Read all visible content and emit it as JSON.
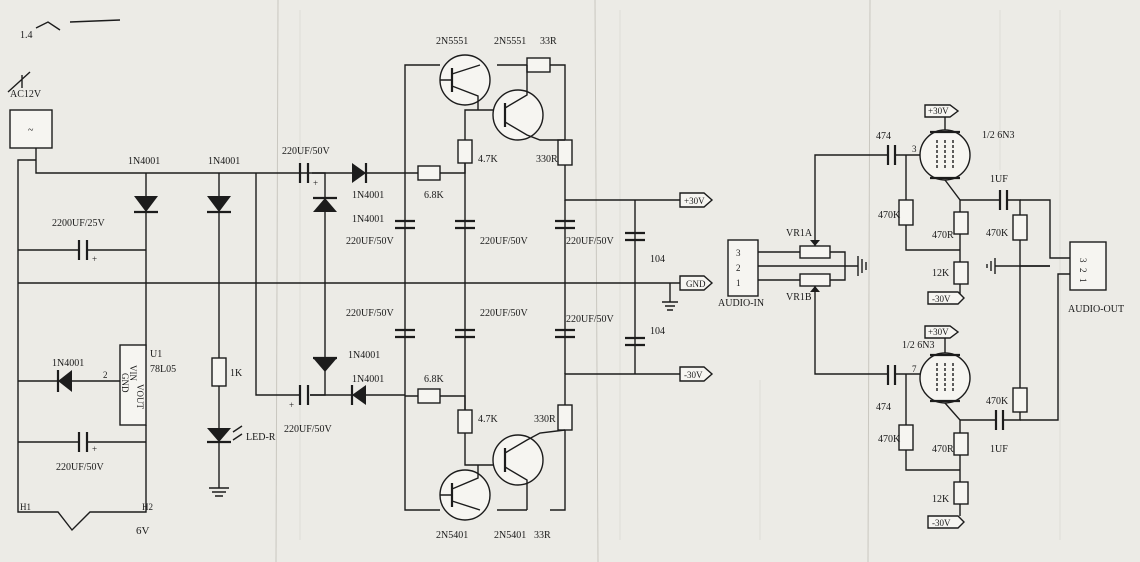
{
  "labels": {
    "page_mark": "1.4",
    "ac_input": "AC12V",
    "ac_terminal": "~",
    "d1": "1N4001",
    "d2": "1N4001",
    "d3": "1N4001",
    "d4": "1N4001",
    "d5": "1N4001",
    "d6": "1N4001",
    "c_filter": "2200UF/25V",
    "c_reg_out": "220UF/50V",
    "reg_ref": "U1",
    "reg_part": "78L05",
    "reg_vin": "VIN",
    "reg_gnd": "GND",
    "reg_vout": "VOUT",
    "reg_pin": "2",
    "r_led": "1K",
    "led": "LED-R",
    "h1": "H1",
    "h2": "H2",
    "six_volt": "6V",
    "c_pump_top": "220UF/50V",
    "c_pump_bot": "220UF/50V",
    "c_top_1": "220UF/50V",
    "c_top_2": "220UF/50V",
    "c_top_3": "220UF/50V",
    "c_bot_1": "220UF/50V",
    "c_bot_2": "220UF/50V",
    "c_bot_3": "220UF/50V",
    "r_68k_top": "6.8K",
    "r_68k_bot": "6.8K",
    "r_47k_top": "4.7K",
    "r_47k_bot": "4.7K",
    "r_330_top": "330R",
    "r_330_bot": "330R",
    "r_33_top": "33R",
    "r_33_bot": "33R",
    "q_top_1": "2N5551",
    "q_top_2": "2N5551",
    "q_bot_1": "2N5401",
    "q_bot_2": "2N5401",
    "c_104_top": "104",
    "c_104_bot": "104",
    "rail_pos": "+30V",
    "rail_gnd": "GND",
    "rail_neg": "-30V",
    "audio_in": "AUDIO-IN",
    "in_pins": [
      "3",
      "2",
      "1"
    ],
    "vr1a": "VR1A",
    "vr1b": "VR1B",
    "c_474_top": "474",
    "c_474_bot": "474",
    "r_470k_g_top": "470K",
    "r_470k_g_bot": "470K",
    "tube_top": "1/2 6N3",
    "tube_bot": "1/2 6N3",
    "tube_pin_top": "3",
    "tube_pin_bot": "7",
    "r_470r_top": "470R",
    "r_470r_bot": "470R",
    "r_12k_top": "12K",
    "r_12k_bot": "12K",
    "c_1uf_top": "1UF",
    "c_1uf_bot": "1UF",
    "r_470k_o_top": "470K",
    "r_470k_o_bot": "470K",
    "audio_out": "AUDIO-OUT",
    "out_pins": [
      "3",
      "2",
      "1"
    ],
    "tube_b_pos": "+30V",
    "tube_b_neg": "-30V",
    "tube_a_pos": "+30V",
    "tube_a_neg": "-30V"
  },
  "colors": {
    "ink": "#1c1c1c",
    "paper": "#ecebe6"
  }
}
